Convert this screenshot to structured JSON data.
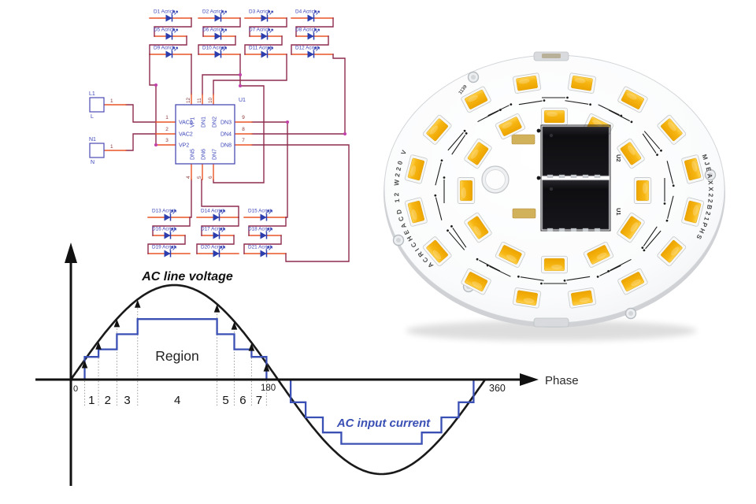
{
  "colors": {
    "wire": "#8e2b4e",
    "pin_wire": "#ea5526",
    "device": "#2c3dae",
    "ref_label": "#3a44b8",
    "junction": "#c13fa8",
    "pin_number": "#8a3434",
    "sine": "#1a1a1a",
    "current": "#3b50b4",
    "led_yellow": "#f5b30a",
    "pcb_white": "#fcfcfd"
  },
  "schematic": {
    "part_suffix": "Acrich",
    "top_columns": [
      [
        "D1",
        "D5",
        "D9"
      ],
      [
        "D2",
        "D6",
        "D10"
      ],
      [
        "D3",
        "D7",
        "D11"
      ],
      [
        "D4",
        "D8",
        "D12"
      ]
    ],
    "bottom_columns": [
      [
        "D13",
        "D16",
        "D19"
      ],
      [
        "D14",
        "D17",
        "D20"
      ],
      [
        "D15",
        "D18",
        "D21"
      ]
    ],
    "ic": {
      "ref": "U1",
      "top_pins": [
        {
          "num": "12",
          "label": "VP1"
        },
        {
          "num": "11",
          "label": "DN1"
        },
        {
          "num": "10",
          "label": "DN2"
        }
      ],
      "bottom_pins": [
        {
          "num": "4",
          "label": "DN5"
        },
        {
          "num": "5",
          "label": "DN6"
        },
        {
          "num": "6",
          "label": "DN7"
        }
      ],
      "left_pins": [
        {
          "num": "1",
          "label": "VAC1"
        },
        {
          "num": "2",
          "label": "VAC2"
        },
        {
          "num": "3",
          "label": "VP2"
        }
      ],
      "right_pins": [
        {
          "num": "9",
          "label": "DN3"
        },
        {
          "num": "8",
          "label": "DN4"
        },
        {
          "num": "7",
          "label": "DN8"
        }
      ]
    },
    "connectors": [
      {
        "ref": "L1",
        "pin": "1",
        "terminal": "L"
      },
      {
        "ref": "N1",
        "pin": "1",
        "terminal": "N"
      }
    ]
  },
  "chart_data": {
    "type": "line",
    "xlabel": "Phase",
    "x_ticks": [
      {
        "value": 0,
        "label": "0"
      },
      {
        "value": 180,
        "label": "180"
      },
      {
        "value": 360,
        "label": "360"
      }
    ],
    "region_label": "Region",
    "region_numbers": [
      "1",
      "2",
      "3",
      "4",
      "5",
      "6",
      "7"
    ],
    "region_boundaries_deg": [
      12,
      24,
      40,
      58,
      127,
      142,
      157,
      170
    ],
    "series": [
      {
        "name": "AC line voltage",
        "type": "sine",
        "amplitude": 1,
        "period_deg": 360,
        "color": "#1a1a1a"
      },
      {
        "name": "AC input current",
        "type": "step",
        "color": "#3b50b4",
        "points": [
          [
            0,
            0
          ],
          [
            12,
            0
          ],
          [
            12,
            0.24
          ],
          [
            24,
            0.24
          ],
          [
            24,
            0.32
          ],
          [
            40,
            0.32
          ],
          [
            40,
            0.48
          ],
          [
            58,
            0.48
          ],
          [
            58,
            0.64
          ],
          [
            127,
            0.64
          ],
          [
            127,
            0.48
          ],
          [
            142,
            0.48
          ],
          [
            142,
            0.32
          ],
          [
            157,
            0.32
          ],
          [
            157,
            0.24
          ],
          [
            170,
            0.24
          ],
          [
            170,
            0
          ],
          [
            191,
            0
          ],
          [
            191,
            -0.24
          ],
          [
            204,
            -0.24
          ],
          [
            204,
            -0.4
          ],
          [
            219,
            -0.4
          ],
          [
            219,
            -0.56
          ],
          [
            235,
            -0.56
          ],
          [
            235,
            -0.68
          ],
          [
            305,
            -0.68
          ],
          [
            305,
            -0.56
          ],
          [
            322,
            -0.56
          ],
          [
            322,
            -0.4
          ],
          [
            337,
            -0.4
          ],
          [
            337,
            -0.24
          ],
          [
            350,
            -0.24
          ],
          [
            350,
            0
          ],
          [
            360,
            0
          ]
        ]
      }
    ]
  },
  "module": {
    "marking_left": "ACRICHEACD 12 W220 V",
    "date_code": "1139",
    "marking_right": "MJEAXX22B21PHS",
    "chip_refs": [
      "U2",
      "U1"
    ],
    "outer_led_count": 16,
    "inner_led_count": 12
  }
}
